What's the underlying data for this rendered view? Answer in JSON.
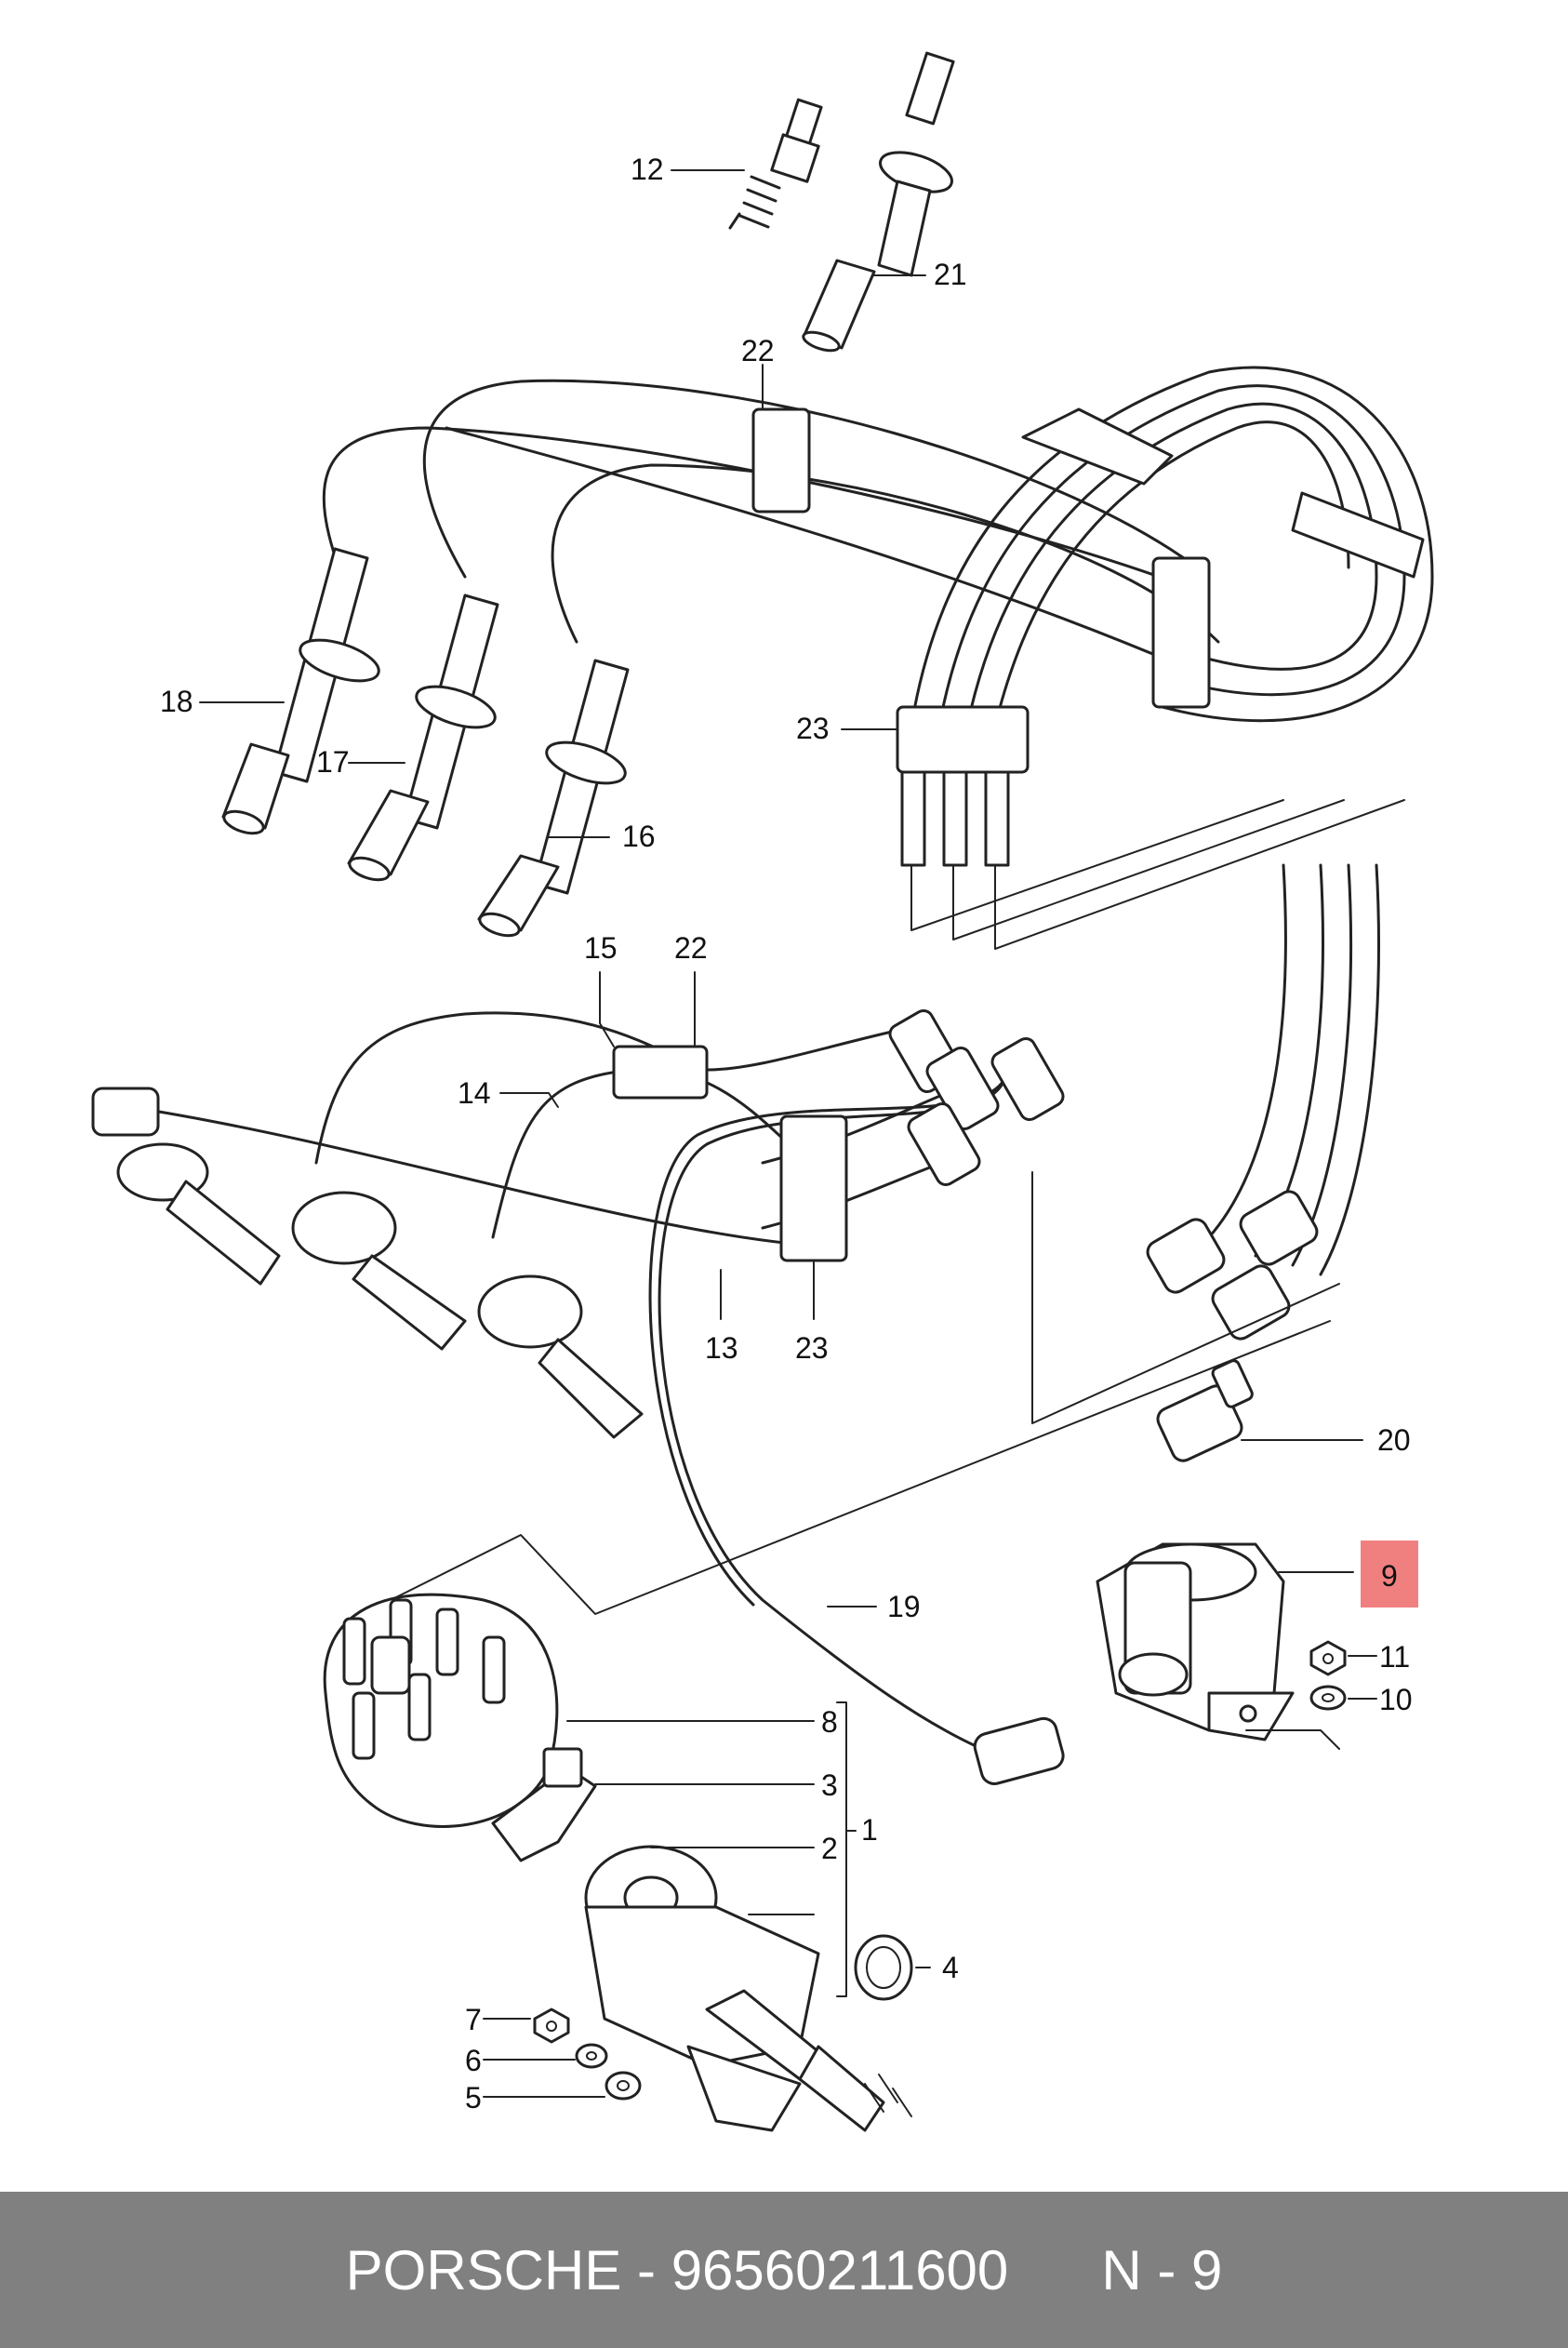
{
  "callouts": {
    "c1": "1",
    "c2": "2",
    "c3": "3",
    "c4": "4",
    "c5": "5",
    "c6": "6",
    "c7": "7",
    "c8": "8",
    "c9": "9",
    "c10": "10",
    "c11": "11",
    "c12": "12",
    "c13": "13",
    "c14": "14",
    "c15": "15",
    "c16": "16",
    "c17": "17",
    "c18": "18",
    "c19": "19",
    "c20": "20",
    "c21": "21",
    "c22a": "22",
    "c22b": "22",
    "c23a": "23",
    "c23b": "23"
  },
  "highlight_color": "#f08080",
  "highlighted_callout": "9",
  "footer": {
    "brand": "PORSCHE",
    "sep1": " - ",
    "part_number": "96560211600",
    "gap": "      ",
    "ref": "N - 9"
  },
  "footer_bg": "#808080"
}
